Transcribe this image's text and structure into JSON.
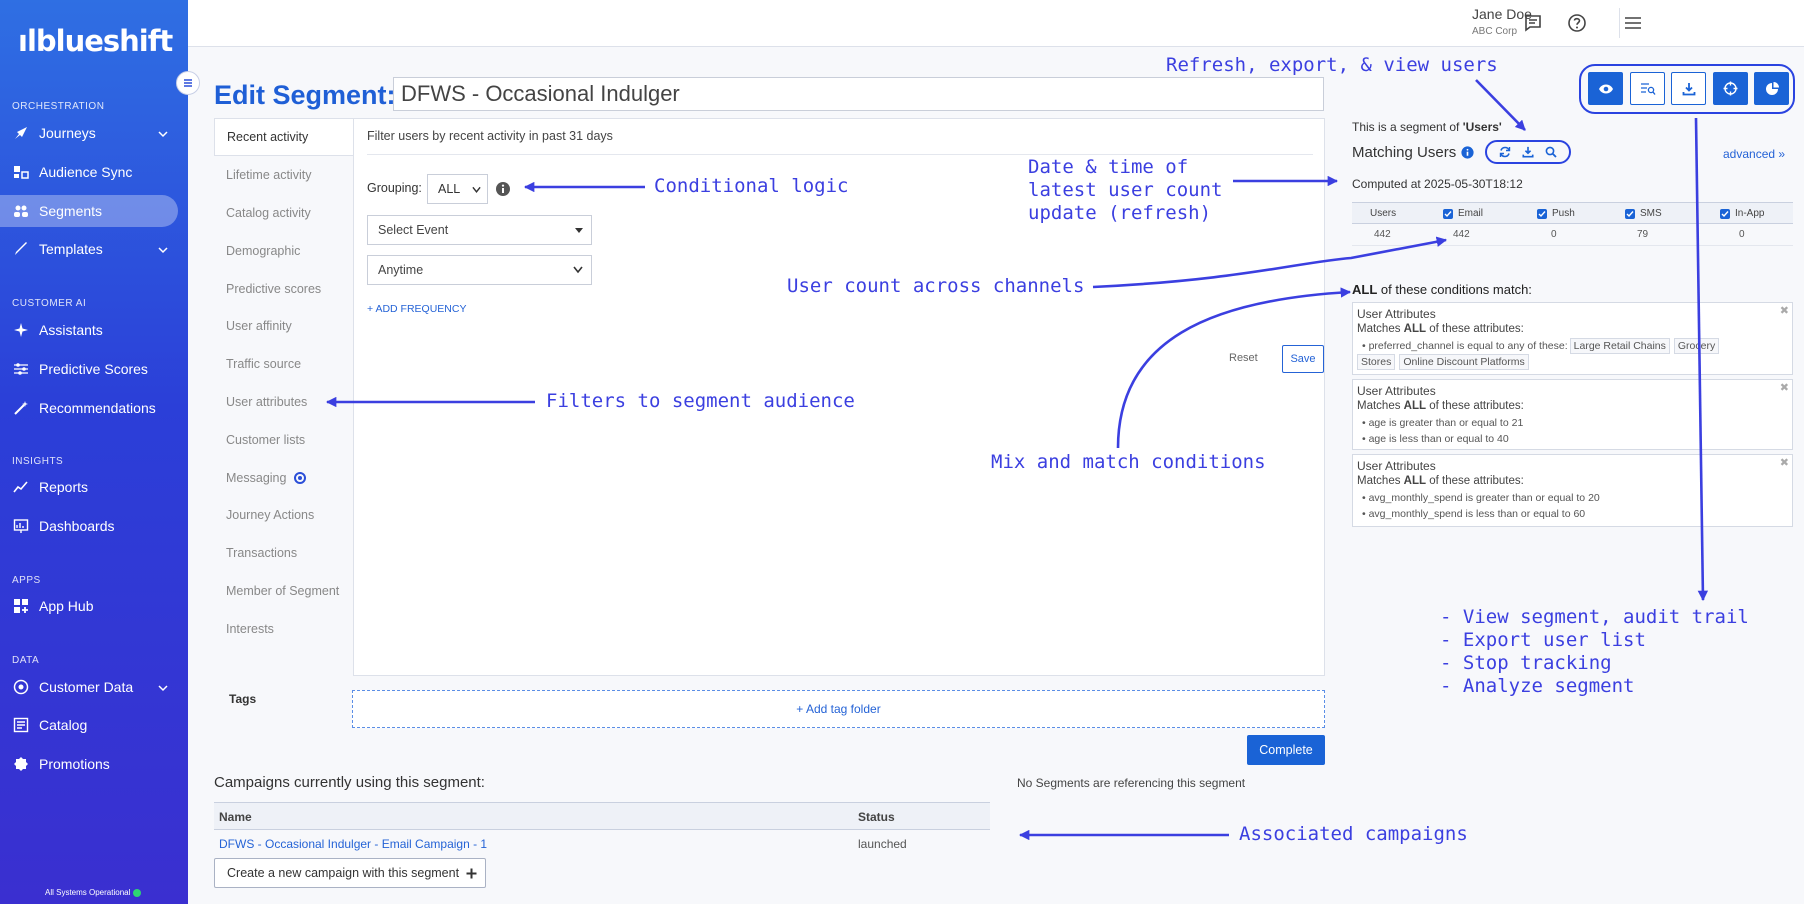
{
  "brand": {
    "logo_text": "ılblueshift",
    "accent": "#1a63d6",
    "annotation_color": "#3b3fe0"
  },
  "sidebar": {
    "sections": [
      {
        "label": "ORCHESTRATION"
      },
      {
        "label": "CUSTOMER AI"
      },
      {
        "label": "INSIGHTS"
      },
      {
        "label": "APPS"
      },
      {
        "label": "DATA"
      }
    ],
    "items": [
      {
        "label": "Journeys",
        "icon": "rocket-icon",
        "chevron": true
      },
      {
        "label": "Audience Sync",
        "icon": "sync-icon"
      },
      {
        "label": "Segments",
        "icon": "people-icon",
        "active": true
      },
      {
        "label": "Templates",
        "icon": "brush-icon",
        "chevron": true
      },
      {
        "label": "Assistants",
        "icon": "sparkle-icon"
      },
      {
        "label": "Predictive Scores",
        "icon": "sliders-icon"
      },
      {
        "label": "Recommendations",
        "icon": "wand-icon"
      },
      {
        "label": "Reports",
        "icon": "chart-line-icon"
      },
      {
        "label": "Dashboards",
        "icon": "dashboard-icon"
      },
      {
        "label": "App Hub",
        "icon": "grid-plus-icon"
      },
      {
        "label": "Customer Data",
        "icon": "database-icon",
        "chevron": true
      },
      {
        "label": "Catalog",
        "icon": "catalog-icon"
      },
      {
        "label": "Promotions",
        "icon": "badge-icon"
      }
    ],
    "status": "All Systems Operational",
    "status_color": "#2ed573"
  },
  "topbar": {
    "user_name": "Jane Doe",
    "user_org": "ABC Corp"
  },
  "editor": {
    "title": "Edit Segment:",
    "segment_name": "DFWS - Occasional Indulger",
    "tabs": [
      {
        "label": "Recent activity",
        "active": true
      },
      {
        "label": "Lifetime activity"
      },
      {
        "label": "Catalog activity"
      },
      {
        "label": "Demographic"
      },
      {
        "label": "Predictive scores"
      },
      {
        "label": "User affinity"
      },
      {
        "label": "Traffic source"
      },
      {
        "label": "User attributes"
      },
      {
        "label": "Customer lists"
      },
      {
        "label": "Messaging"
      },
      {
        "label": "Journey Actions"
      },
      {
        "label": "Transactions"
      },
      {
        "label": "Member of Segment"
      },
      {
        "label": "Interests"
      }
    ],
    "filter_description": "Filter users by recent activity in past 31 days",
    "grouping_label": "Grouping:",
    "grouping_value": "ALL",
    "event_select": "Select Event",
    "time_select": "Anytime",
    "add_frequency": "+ ADD FREQUENCY",
    "reset": "Reset",
    "save": "Save"
  },
  "tags": {
    "label": "Tags",
    "add_folder": "+ Add tag folder"
  },
  "complete_button": "Complete",
  "campaigns": {
    "title": "Campaigns currently using this segment:",
    "columns": [
      "Name",
      "Status"
    ],
    "rows": [
      {
        "name": "DFWS - Occasional Indulger - Email Campaign - 1",
        "status": "launched"
      }
    ],
    "create_button": "Create a new campaign with this segment",
    "no_segments": "No Segments are referencing this segment"
  },
  "right_panel": {
    "segment_of_prefix": "This is a segment of ",
    "segment_of_value": "'Users'",
    "matching_users": "Matching Users",
    "advanced": "advanced »",
    "computed_at": "Computed at 2025-05-30T18:12",
    "count_columns": [
      "Users",
      "Email",
      "Push",
      "SMS",
      "In-App"
    ],
    "count_values": [
      "442",
      "442",
      "0",
      "79",
      "0"
    ],
    "conditions_prefix": "ALL",
    "conditions_suffix": " of these conditions match:",
    "conditions": [
      {
        "title": "User Attributes",
        "match_prefix": "Matches ",
        "match_bold": "ALL",
        "match_suffix": " of these attributes:",
        "lines": [
          "preferred_channel is equal to any of these:"
        ],
        "chips": [
          "Large Retail Chains",
          "Grocery",
          "Stores",
          "Online Discount Platforms"
        ]
      },
      {
        "title": "User Attributes",
        "match_prefix": "Matches ",
        "match_bold": "ALL",
        "match_suffix": " of these attributes:",
        "lines": [
          "age is greater than or equal to 21",
          "age is less than or equal to 40"
        ]
      },
      {
        "title": "User Attributes",
        "match_prefix": "Matches ",
        "match_bold": "ALL",
        "match_suffix": " of these attributes:",
        "lines": [
          "avg_monthly_spend is greater than or equal to 20",
          "avg_monthly_spend is less than or equal to 60"
        ]
      }
    ]
  },
  "annotations": {
    "refresh_export": "Refresh, export, & view users",
    "conditional_logic": "Conditional logic",
    "date_time_1": "Date & time of",
    "date_time_2": "latest user count",
    "date_time_3": "update (refresh)",
    "user_count": "User count across channels",
    "filters": "Filters to segment audience",
    "mix_match": "Mix and match conditions",
    "actions_1": "- View segment, audit trail",
    "actions_2": "- Export user list",
    "actions_3": "- Stop tracking",
    "actions_4": "- Analyze segment",
    "associated": "Associated campaigns"
  }
}
